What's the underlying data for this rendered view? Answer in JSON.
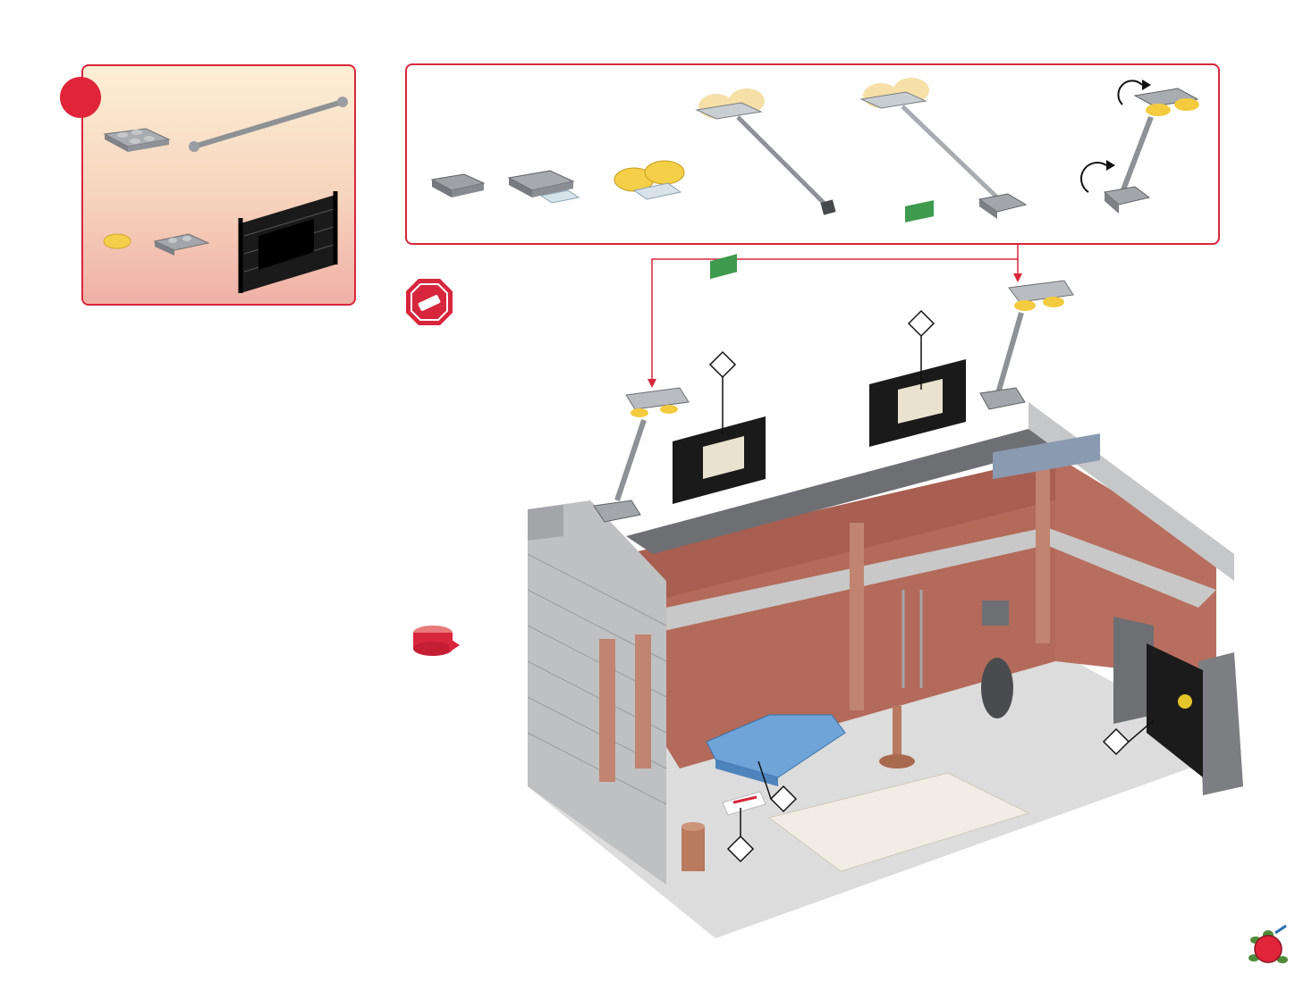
{
  "manual": {
    "step_marker_color": "#e0243a",
    "frame_color": "#d8263c",
    "icons": [
      "stop-hand-icon",
      "rotate-model-icon",
      "turtle-logo-icon",
      "rotation-arrow-icon"
    ]
  },
  "parts_list": {
    "items": [
      "plate-2x3-grey",
      "bar-long-grey",
      "dish-yellow",
      "bracket-plate-grey",
      "fence-lattice-black"
    ]
  },
  "sub_assembly": {
    "stages": [
      "plate-grey",
      "plate-with-clip",
      "lamp-dishes",
      "lamp-with-bar",
      "lamp-assembled",
      "lamp-rotated"
    ]
  },
  "main_model": {
    "callouts": [
      "sign-left",
      "sign-right",
      "couch-sticker",
      "floor-sign",
      "garage-door"
    ]
  }
}
